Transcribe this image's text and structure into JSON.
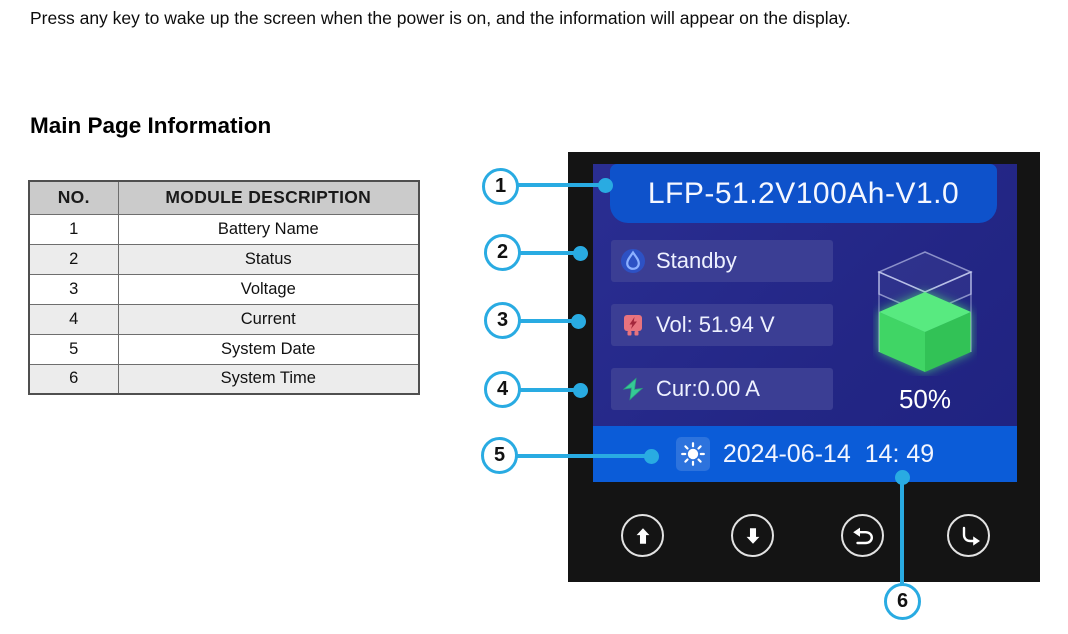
{
  "intro_text": "Press any key to wake up the screen when the power is on, and the information will appear on the display.",
  "section_heading": "Main Page Information",
  "table": {
    "headers": [
      "NO.",
      "MODULE DESCRIPTION"
    ],
    "rows": [
      [
        "1",
        "Battery Name"
      ],
      [
        "2",
        "Status"
      ],
      [
        "3",
        "Voltage"
      ],
      [
        "4",
        "Current"
      ],
      [
        "5",
        "System Date"
      ],
      [
        "6",
        "System Time"
      ]
    ]
  },
  "device_screen": {
    "battery_name": "LFP-51.2V100Ah-V1.0",
    "status": "Standby",
    "voltage": "Vol: 51.94 V",
    "current": "Cur:0.00 A",
    "datetime": "2024-06-14  14: 49",
    "soc": "50%",
    "icons": {
      "status": "water-drop-icon",
      "voltage": "charger-plug-icon",
      "current": "lightning-icon",
      "datetime": "sun-icon"
    },
    "buttons": [
      "up-arrow",
      "down-arrow",
      "back",
      "enter"
    ]
  },
  "callouts": {
    "labels": [
      "1",
      "2",
      "3",
      "4",
      "5",
      "6"
    ]
  },
  "colors": {
    "callout_accent": "#29abe2",
    "screen_bg": "#252984",
    "title_bar_blue": "#0e52cb",
    "date_bar_blue": "#0b5cd8",
    "info_row_bg": "#3b3e94",
    "soc_green": "#4ee07a",
    "status_icon_blue": "#5b86f0",
    "voltage_icon_pink": "#e8737e",
    "current_icon_teal": "#35c896"
  }
}
